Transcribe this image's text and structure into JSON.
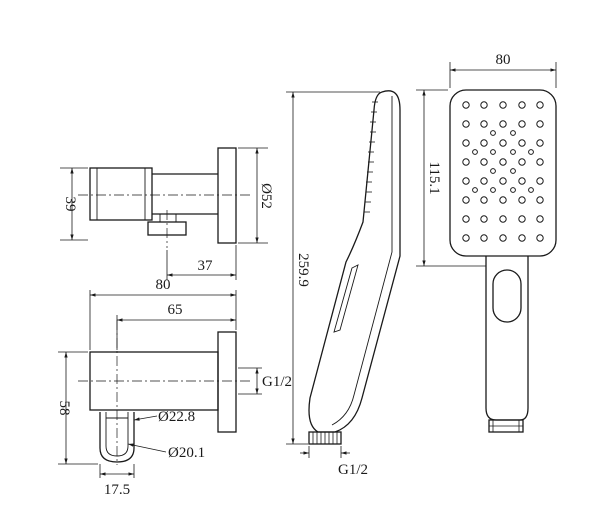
{
  "dimensions": {
    "top_height": "39",
    "top_diameter": "Ø52",
    "top_offset": "37",
    "bracket_width": "80",
    "bracket_inner": "65",
    "bracket_height": "58",
    "bracket_thread": "G1/2",
    "holder_outer_diameter": "Ø22.8",
    "holder_inner_diameter": "Ø20.1",
    "holder_width": "17.5",
    "handle_length": "259.9",
    "handle_thread": "G1/2",
    "head_width": "80",
    "head_height": "115.1"
  }
}
